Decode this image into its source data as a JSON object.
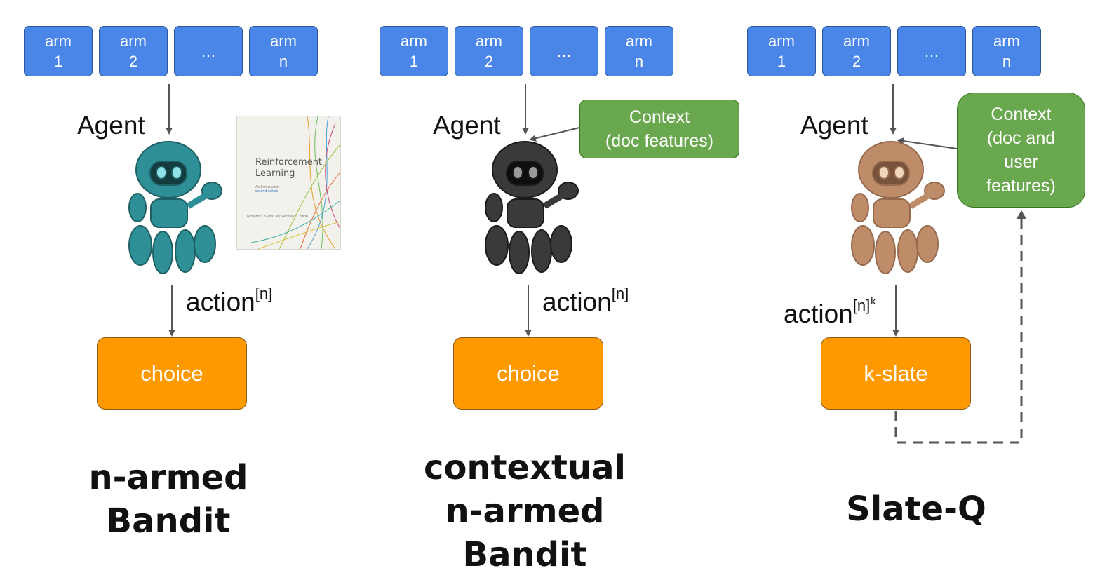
{
  "panels": [
    {
      "id": "n-armed",
      "arms": [
        {
          "line1": "arm",
          "line2": "1"
        },
        {
          "line1": "arm",
          "line2": "2"
        },
        {
          "line1": "…",
          "line2": ""
        },
        {
          "line1": "arm",
          "line2": "n"
        }
      ],
      "agent_label": "Agent",
      "action_label": "action",
      "action_sup": "[n]",
      "output_label": "choice",
      "title_lines": [
        "n-armed",
        "Bandit"
      ],
      "robot_color": "#2f8f96"
    },
    {
      "id": "contextual",
      "arms": [
        {
          "line1": "arm",
          "line2": "1"
        },
        {
          "line1": "arm",
          "line2": "2"
        },
        {
          "line1": "…",
          "line2": ""
        },
        {
          "line1": "arm",
          "line2": "n"
        }
      ],
      "agent_label": "Agent",
      "context_lines": [
        "Context",
        "(doc features)"
      ],
      "action_label": "action",
      "action_sup": "[n]",
      "output_label": "choice",
      "title_lines": [
        "contextual",
        "n-armed",
        "Bandit"
      ],
      "robot_color": "#3a3a3a"
    },
    {
      "id": "slate-q",
      "arms": [
        {
          "line1": "arm",
          "line2": "1"
        },
        {
          "line1": "arm",
          "line2": "2"
        },
        {
          "line1": "…",
          "line2": ""
        },
        {
          "line1": "arm",
          "line2": "n"
        }
      ],
      "agent_label": "Agent",
      "context_lines": [
        "Context",
        "(doc and",
        "user",
        "features)"
      ],
      "action_label": "action",
      "action_sup": "[n]",
      "action_sup_k": "k",
      "output_label": "k-slate",
      "title_lines": [
        "Slate-Q"
      ],
      "robot_color": "#b9805a"
    }
  ],
  "book": {
    "title_line1": "Reinforcement",
    "title_line2": "Learning",
    "subtitle1": "An Introduction",
    "subtitle2": "second edition",
    "authors": "Richard S. Sutton and Andrew G. Barto"
  },
  "colors": {
    "arm_fill": "#4a86e8",
    "output_fill": "#ff9900",
    "context_fill": "#6aa84f",
    "arrow": "#555555"
  }
}
